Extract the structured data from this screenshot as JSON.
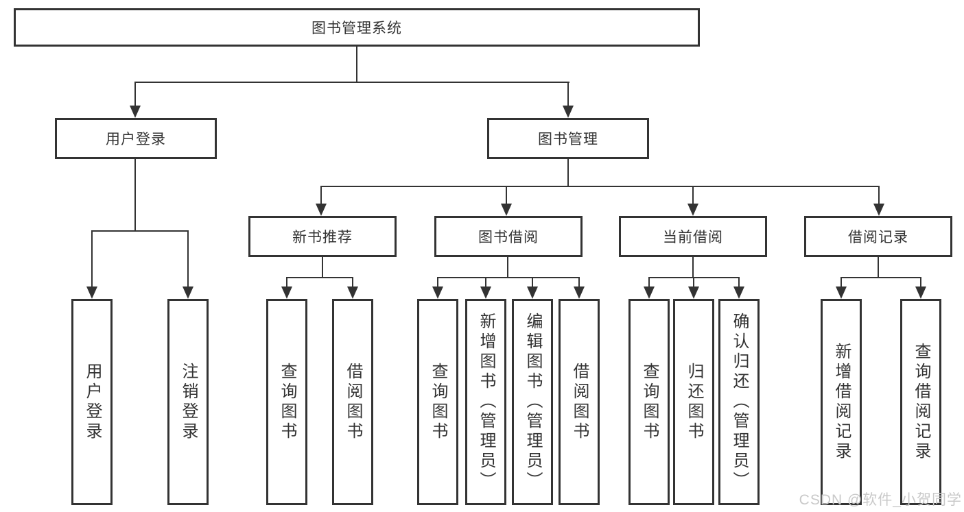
{
  "diagram": {
    "root": {
      "label": "图书管理系统"
    },
    "branches": [
      {
        "label": "用户登录",
        "children": [
          {
            "label": "用户登录"
          },
          {
            "label": "注销登录"
          }
        ]
      },
      {
        "label": "图书管理",
        "children": [
          {
            "label": "新书推荐",
            "children": [
              {
                "label": "查询图书"
              },
              {
                "label": "借阅图书"
              }
            ]
          },
          {
            "label": "图书借阅",
            "children": [
              {
                "label": "查询图书"
              },
              {
                "label": "新增图书（管理员）"
              },
              {
                "label": "编辑图书（管理员）"
              },
              {
                "label": "借阅图书"
              }
            ]
          },
          {
            "label": "当前借阅",
            "children": [
              {
                "label": "查询图书"
              },
              {
                "label": "归还图书"
              },
              {
                "label": "确认归还（管理员）"
              }
            ]
          },
          {
            "label": "借阅记录",
            "children": [
              {
                "label": "新增借阅记录"
              },
              {
                "label": "查询借阅记录"
              }
            ]
          }
        ]
      }
    ]
  },
  "watermark": {
    "text": "CSDN @软件_小贺同学",
    "color": "#c9c9c9"
  },
  "colors": {
    "line": "#333333",
    "background": "#ffffff"
  }
}
